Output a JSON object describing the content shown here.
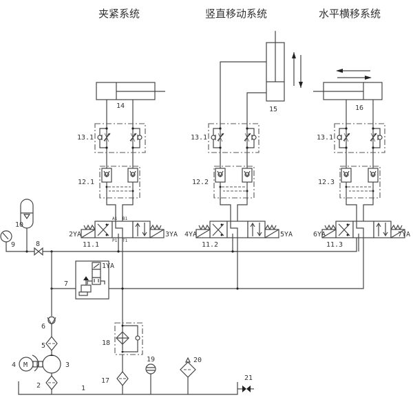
{
  "titles": {
    "clamp": "夹紧系统",
    "vertical": "竖直移动系统",
    "horizontal": "水平横移系统"
  },
  "labels": {
    "c14": "14",
    "c15": "15",
    "c16": "16",
    "t131a": "13.1",
    "t131b": "13.1",
    "t131c": "13.1",
    "t121": "12.1",
    "t122": "12.2",
    "t123": "12.3",
    "v111": "11.1",
    "v112": "11.2",
    "v113": "11.3",
    "s2": "2YA",
    "s3": "3YA",
    "s4": "4YA",
    "s5": "5YA",
    "s6": "6YA",
    "s7": "7YA",
    "s1": "1YA",
    "pA": "A1",
    "pB": "B1",
    "pP": "P1",
    "pT": "T1",
    "n1": "1",
    "n2": "2",
    "n3": "3",
    "n4": "4",
    "n5": "5",
    "n6": "6",
    "n7": "7",
    "n8": "8",
    "n9": "9",
    "n10": "10",
    "n17": "17",
    "n18": "18",
    "n19": "19",
    "n20": "20",
    "n21": "21",
    "motor": "M"
  }
}
